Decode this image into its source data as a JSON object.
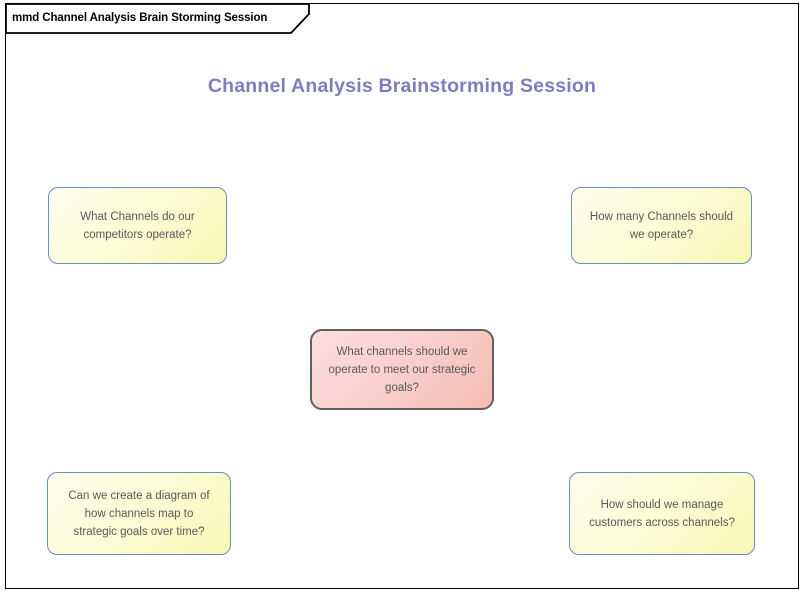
{
  "frame": {
    "tab_label": "mmd Channel Analysis Brain Storming Session"
  },
  "diagram": {
    "title": "Channel Analysis Brainstorming Session",
    "central_topic": {
      "text": "What channels should we\noperate to meet our strategic\ngoals?"
    },
    "topics": [
      {
        "id": "top-left",
        "text": "What Channels do our\ncompetitors operate?"
      },
      {
        "id": "top-right",
        "text": "How many Channels should\nwe operate?"
      },
      {
        "id": "bottom-left",
        "text": "Can we create a diagram of\nhow channels map to\nstrategic goals over time?"
      },
      {
        "id": "bottom-right",
        "text": "How should we manage\ncustomers across channels?"
      }
    ],
    "colors": {
      "title_text": "#7d7dbf",
      "topic_fill_top": "#fefeee",
      "topic_fill_bottom": "#f7f7b4",
      "topic_border": "#6c8ebc",
      "central_fill_top": "#fcdfdf",
      "central_fill_bottom": "#f5bcb3",
      "central_border": "#5f5f5f",
      "connector_line": "#6b6b6b",
      "node_text": "#595959",
      "frame_border": "#000000"
    }
  }
}
